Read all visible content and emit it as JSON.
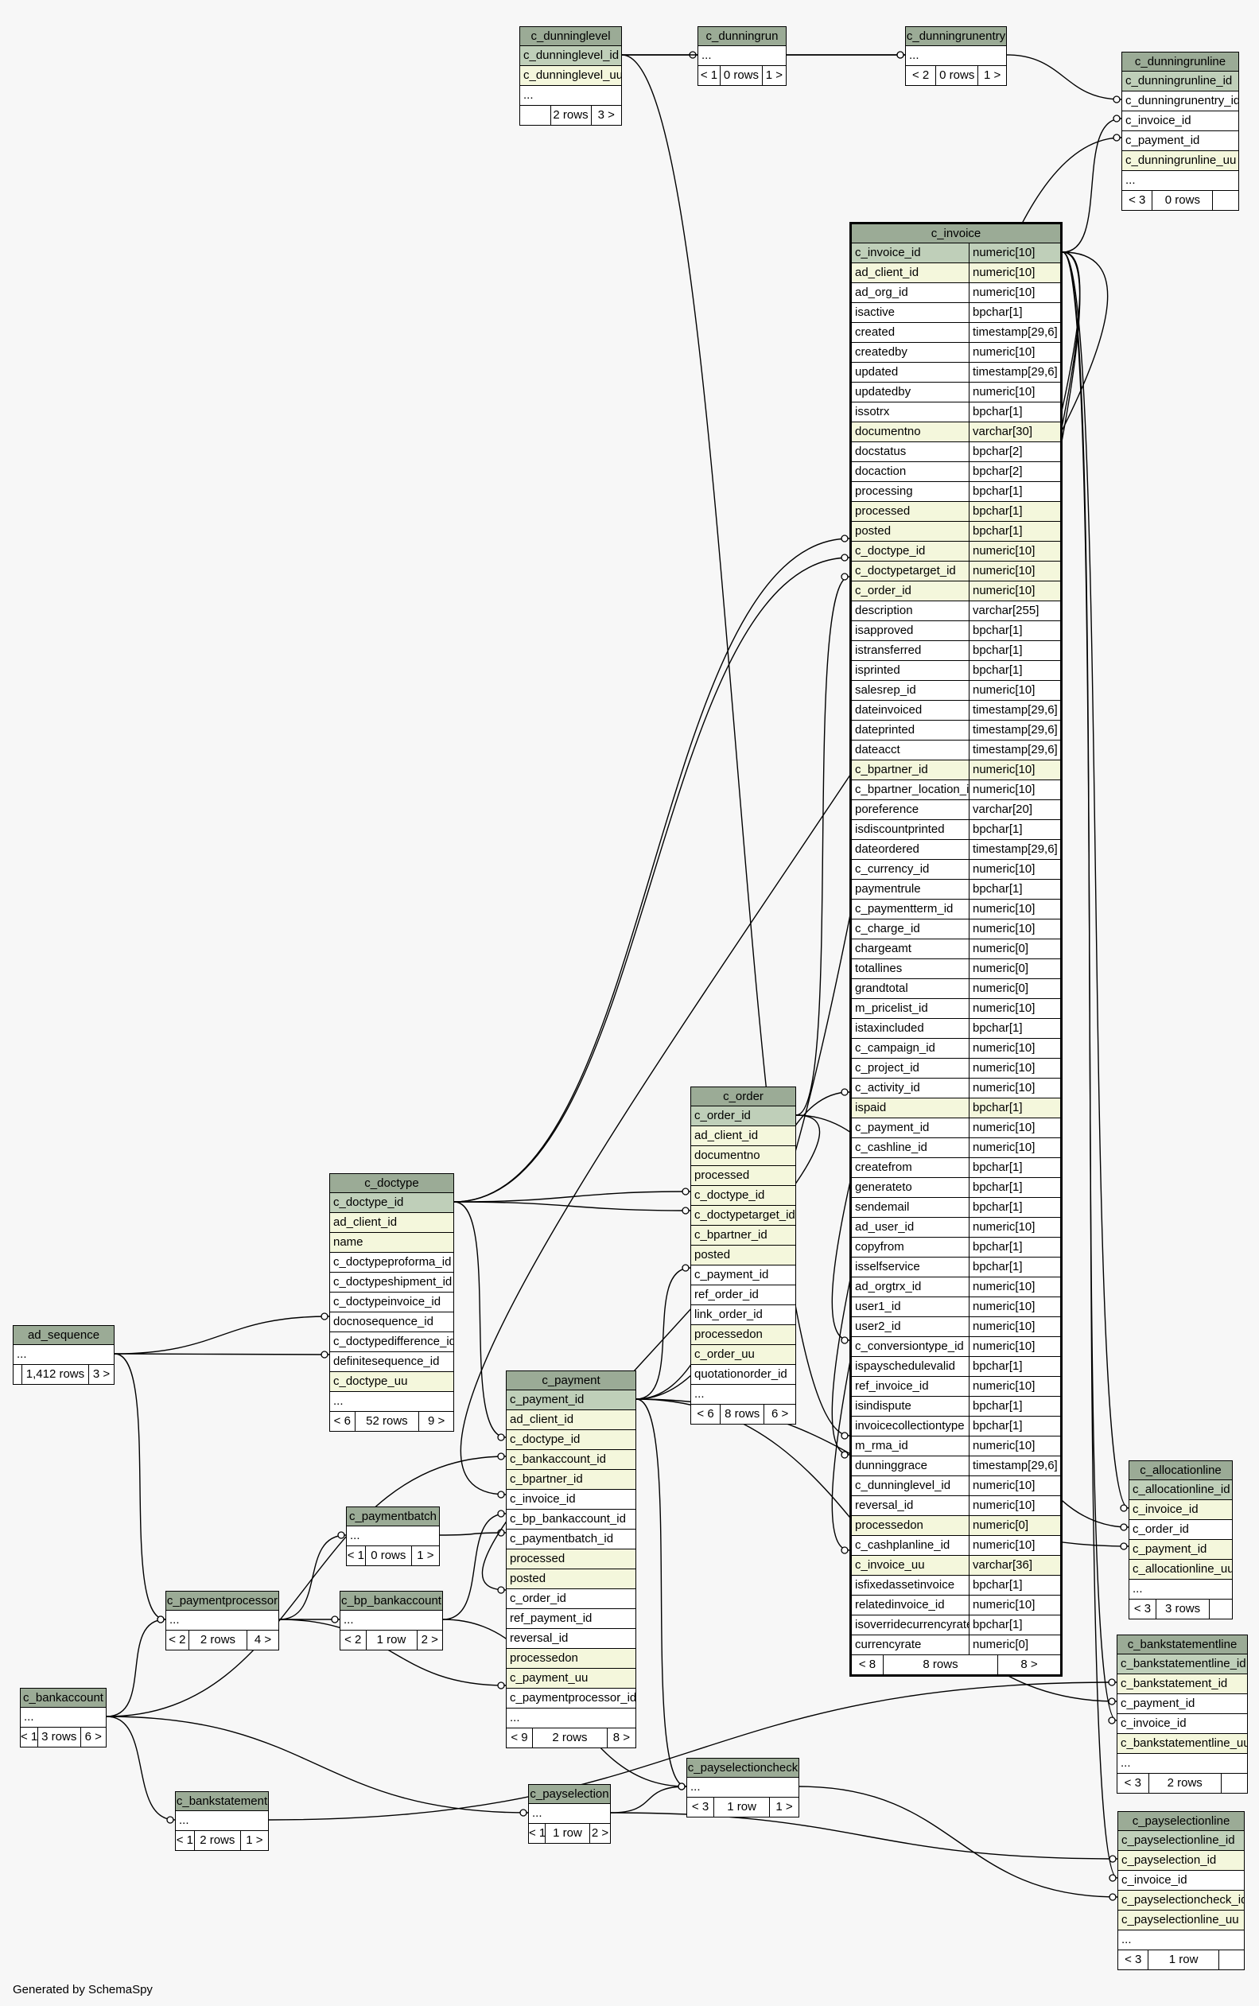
{
  "footer_text": "Generated by SchemaSpy",
  "colors": {
    "header": "#9bab96",
    "pk_row": "#bfcfb9",
    "indexed_row": "#f4f7dc",
    "background": "#f7f7f7"
  },
  "tables": {
    "c_dunninglevel": {
      "name": "c_dunninglevel",
      "rows": [
        {
          "c": "c_dunninglevel_id",
          "k": "pk"
        },
        {
          "c": "c_dunninglevel_uu",
          "k": "ix"
        },
        {
          "c": "...",
          "k": "pl"
        }
      ],
      "footer": [
        "",
        "2 rows",
        "3 >"
      ]
    },
    "c_dunningrun": {
      "name": "c_dunningrun",
      "rows": [
        {
          "c": "...",
          "k": "pl"
        }
      ],
      "footer": [
        "< 1",
        "0 rows",
        "1 >"
      ]
    },
    "c_dunningrunentry": {
      "name": "c_dunningrunentry",
      "rows": [
        {
          "c": "...",
          "k": "pl"
        }
      ],
      "footer": [
        "< 2",
        "0 rows",
        "1 >"
      ]
    },
    "c_dunningrunline": {
      "name": "c_dunningrunline",
      "rows": [
        {
          "c": "c_dunningrunline_id",
          "k": "pk"
        },
        {
          "c": "c_dunningrunentry_id",
          "k": "pl"
        },
        {
          "c": "c_invoice_id",
          "k": "pl"
        },
        {
          "c": "c_payment_id",
          "k": "pl"
        },
        {
          "c": "c_dunningrunline_uu",
          "k": "ix"
        },
        {
          "c": "...",
          "k": "pl"
        }
      ],
      "footer": [
        "< 3",
        "0 rows",
        ""
      ]
    },
    "c_invoice": {
      "name": "c_invoice",
      "rows": [
        {
          "c": "c_invoice_id",
          "t": "numeric[10]",
          "k": "pk"
        },
        {
          "c": "ad_client_id",
          "t": "numeric[10]",
          "k": "ix"
        },
        {
          "c": "ad_org_id",
          "t": "numeric[10]",
          "k": "pl"
        },
        {
          "c": "isactive",
          "t": "bpchar[1]",
          "k": "pl"
        },
        {
          "c": "created",
          "t": "timestamp[29,6]",
          "k": "pl"
        },
        {
          "c": "createdby",
          "t": "numeric[10]",
          "k": "pl"
        },
        {
          "c": "updated",
          "t": "timestamp[29,6]",
          "k": "pl"
        },
        {
          "c": "updatedby",
          "t": "numeric[10]",
          "k": "pl"
        },
        {
          "c": "issotrx",
          "t": "bpchar[1]",
          "k": "pl"
        },
        {
          "c": "documentno",
          "t": "varchar[30]",
          "k": "ix"
        },
        {
          "c": "docstatus",
          "t": "bpchar[2]",
          "k": "pl"
        },
        {
          "c": "docaction",
          "t": "bpchar[2]",
          "k": "pl"
        },
        {
          "c": "processing",
          "t": "bpchar[1]",
          "k": "pl"
        },
        {
          "c": "processed",
          "t": "bpchar[1]",
          "k": "ix"
        },
        {
          "c": "posted",
          "t": "bpchar[1]",
          "k": "ix"
        },
        {
          "c": "c_doctype_id",
          "t": "numeric[10]",
          "k": "ix"
        },
        {
          "c": "c_doctypetarget_id",
          "t": "numeric[10]",
          "k": "ix"
        },
        {
          "c": "c_order_id",
          "t": "numeric[10]",
          "k": "ix"
        },
        {
          "c": "description",
          "t": "varchar[255]",
          "k": "pl"
        },
        {
          "c": "isapproved",
          "t": "bpchar[1]",
          "k": "pl"
        },
        {
          "c": "istransferred",
          "t": "bpchar[1]",
          "k": "pl"
        },
        {
          "c": "isprinted",
          "t": "bpchar[1]",
          "k": "pl"
        },
        {
          "c": "salesrep_id",
          "t": "numeric[10]",
          "k": "pl"
        },
        {
          "c": "dateinvoiced",
          "t": "timestamp[29,6]",
          "k": "pl"
        },
        {
          "c": "dateprinted",
          "t": "timestamp[29,6]",
          "k": "pl"
        },
        {
          "c": "dateacct",
          "t": "timestamp[29,6]",
          "k": "pl"
        },
        {
          "c": "c_bpartner_id",
          "t": "numeric[10]",
          "k": "ix"
        },
        {
          "c": "c_bpartner_location_id",
          "t": "numeric[10]",
          "k": "pl"
        },
        {
          "c": "poreference",
          "t": "varchar[20]",
          "k": "pl"
        },
        {
          "c": "isdiscountprinted",
          "t": "bpchar[1]",
          "k": "pl"
        },
        {
          "c": "dateordered",
          "t": "timestamp[29,6]",
          "k": "pl"
        },
        {
          "c": "c_currency_id",
          "t": "numeric[10]",
          "k": "pl"
        },
        {
          "c": "paymentrule",
          "t": "bpchar[1]",
          "k": "pl"
        },
        {
          "c": "c_paymentterm_id",
          "t": "numeric[10]",
          "k": "pl"
        },
        {
          "c": "c_charge_id",
          "t": "numeric[10]",
          "k": "pl"
        },
        {
          "c": "chargeamt",
          "t": "numeric[0]",
          "k": "pl"
        },
        {
          "c": "totallines",
          "t": "numeric[0]",
          "k": "pl"
        },
        {
          "c": "grandtotal",
          "t": "numeric[0]",
          "k": "pl"
        },
        {
          "c": "m_pricelist_id",
          "t": "numeric[10]",
          "k": "pl"
        },
        {
          "c": "istaxincluded",
          "t": "bpchar[1]",
          "k": "pl"
        },
        {
          "c": "c_campaign_id",
          "t": "numeric[10]",
          "k": "pl"
        },
        {
          "c": "c_project_id",
          "t": "numeric[10]",
          "k": "pl"
        },
        {
          "c": "c_activity_id",
          "t": "numeric[10]",
          "k": "pl"
        },
        {
          "c": "ispaid",
          "t": "bpchar[1]",
          "k": "ix"
        },
        {
          "c": "c_payment_id",
          "t": "numeric[10]",
          "k": "pl"
        },
        {
          "c": "c_cashline_id",
          "t": "numeric[10]",
          "k": "pl"
        },
        {
          "c": "createfrom",
          "t": "bpchar[1]",
          "k": "pl"
        },
        {
          "c": "generateto",
          "t": "bpchar[1]",
          "k": "pl"
        },
        {
          "c": "sendemail",
          "t": "bpchar[1]",
          "k": "pl"
        },
        {
          "c": "ad_user_id",
          "t": "numeric[10]",
          "k": "pl"
        },
        {
          "c": "copyfrom",
          "t": "bpchar[1]",
          "k": "pl"
        },
        {
          "c": "isselfservice",
          "t": "bpchar[1]",
          "k": "pl"
        },
        {
          "c": "ad_orgtrx_id",
          "t": "numeric[10]",
          "k": "pl"
        },
        {
          "c": "user1_id",
          "t": "numeric[10]",
          "k": "pl"
        },
        {
          "c": "user2_id",
          "t": "numeric[10]",
          "k": "pl"
        },
        {
          "c": "c_conversiontype_id",
          "t": "numeric[10]",
          "k": "pl"
        },
        {
          "c": "ispayschedulevalid",
          "t": "bpchar[1]",
          "k": "pl"
        },
        {
          "c": "ref_invoice_id",
          "t": "numeric[10]",
          "k": "pl"
        },
        {
          "c": "isindispute",
          "t": "bpchar[1]",
          "k": "pl"
        },
        {
          "c": "invoicecollectiontype",
          "t": "bpchar[1]",
          "k": "pl"
        },
        {
          "c": "m_rma_id",
          "t": "numeric[10]",
          "k": "pl"
        },
        {
          "c": "dunninggrace",
          "t": "timestamp[29,6]",
          "k": "pl"
        },
        {
          "c": "c_dunninglevel_id",
          "t": "numeric[10]",
          "k": "pl"
        },
        {
          "c": "reversal_id",
          "t": "numeric[10]",
          "k": "pl"
        },
        {
          "c": "processedon",
          "t": "numeric[0]",
          "k": "ix"
        },
        {
          "c": "c_cashplanline_id",
          "t": "numeric[10]",
          "k": "pl"
        },
        {
          "c": "c_invoice_uu",
          "t": "varchar[36]",
          "k": "ix"
        },
        {
          "c": "isfixedassetinvoice",
          "t": "bpchar[1]",
          "k": "pl"
        },
        {
          "c": "relatedinvoice_id",
          "t": "numeric[10]",
          "k": "pl"
        },
        {
          "c": "isoverridecurrencyrate",
          "t": "bpchar[1]",
          "k": "pl"
        },
        {
          "c": "currencyrate",
          "t": "numeric[0]",
          "k": "pl"
        }
      ],
      "footer": [
        "< 8",
        "8 rows",
        "8 >"
      ]
    },
    "c_order": {
      "name": "c_order",
      "rows": [
        {
          "c": "c_order_id",
          "k": "pk"
        },
        {
          "c": "ad_client_id",
          "k": "ix"
        },
        {
          "c": "documentno",
          "k": "ix"
        },
        {
          "c": "processed",
          "k": "ix"
        },
        {
          "c": "c_doctype_id",
          "k": "ix"
        },
        {
          "c": "c_doctypetarget_id",
          "k": "ix"
        },
        {
          "c": "c_bpartner_id",
          "k": "ix"
        },
        {
          "c": "posted",
          "k": "ix"
        },
        {
          "c": "c_payment_id",
          "k": "pl"
        },
        {
          "c": "ref_order_id",
          "k": "pl"
        },
        {
          "c": "link_order_id",
          "k": "pl"
        },
        {
          "c": "processedon",
          "k": "ix"
        },
        {
          "c": "c_order_uu",
          "k": "ix"
        },
        {
          "c": "quotationorder_id",
          "k": "pl"
        },
        {
          "c": "...",
          "k": "pl"
        }
      ],
      "footer": [
        "< 6",
        "8 rows",
        "6 >"
      ]
    },
    "c_doctype": {
      "name": "c_doctype",
      "rows": [
        {
          "c": "c_doctype_id",
          "k": "pk"
        },
        {
          "c": "ad_client_id",
          "k": "ix"
        },
        {
          "c": "name",
          "k": "ix"
        },
        {
          "c": "c_doctypeproforma_id",
          "k": "pl"
        },
        {
          "c": "c_doctypeshipment_id",
          "k": "pl"
        },
        {
          "c": "c_doctypeinvoice_id",
          "k": "pl"
        },
        {
          "c": "docnosequence_id",
          "k": "pl"
        },
        {
          "c": "c_doctypedifference_id",
          "k": "pl"
        },
        {
          "c": "definitesequence_id",
          "k": "pl"
        },
        {
          "c": "c_doctype_uu",
          "k": "ix"
        },
        {
          "c": "...",
          "k": "pl"
        }
      ],
      "footer": [
        "< 6",
        "52 rows",
        "9 >"
      ]
    },
    "ad_sequence": {
      "name": "ad_sequence",
      "rows": [
        {
          "c": "...",
          "k": "pl"
        }
      ],
      "footer": [
        "",
        "1,412 rows",
        "3 >"
      ]
    },
    "c_payment": {
      "name": "c_payment",
      "rows": [
        {
          "c": "c_payment_id",
          "k": "pk"
        },
        {
          "c": "ad_client_id",
          "k": "ix"
        },
        {
          "c": "c_doctype_id",
          "k": "ix"
        },
        {
          "c": "c_bankaccount_id",
          "k": "ix"
        },
        {
          "c": "c_bpartner_id",
          "k": "ix"
        },
        {
          "c": "c_invoice_id",
          "k": "pl"
        },
        {
          "c": "c_bp_bankaccount_id",
          "k": "pl"
        },
        {
          "c": "c_paymentbatch_id",
          "k": "pl"
        },
        {
          "c": "processed",
          "k": "ix"
        },
        {
          "c": "posted",
          "k": "ix"
        },
        {
          "c": "c_order_id",
          "k": "pl"
        },
        {
          "c": "ref_payment_id",
          "k": "pl"
        },
        {
          "c": "reversal_id",
          "k": "pl"
        },
        {
          "c": "processedon",
          "k": "ix"
        },
        {
          "c": "c_payment_uu",
          "k": "ix"
        },
        {
          "c": "c_paymentprocessor_id",
          "k": "pl"
        },
        {
          "c": "...",
          "k": "pl"
        }
      ],
      "footer": [
        "< 9",
        "2 rows",
        "8 >"
      ]
    },
    "c_paymentbatch": {
      "name": "c_paymentbatch",
      "rows": [
        {
          "c": "...",
          "k": "pl"
        }
      ],
      "footer": [
        "< 1",
        "0 rows",
        "1 >"
      ]
    },
    "c_bp_bankaccount": {
      "name": "c_bp_bankaccount",
      "rows": [
        {
          "c": "...",
          "k": "pl"
        }
      ],
      "footer": [
        "< 2",
        "1 row",
        "2 >"
      ]
    },
    "c_paymentprocessor": {
      "name": "c_paymentprocessor",
      "rows": [
        {
          "c": "...",
          "k": "pl"
        }
      ],
      "footer": [
        "< 2",
        "2 rows",
        "4 >"
      ]
    },
    "c_bankaccount": {
      "name": "c_bankaccount",
      "rows": [
        {
          "c": "...",
          "k": "pl"
        }
      ],
      "footer": [
        "< 1",
        "3 rows",
        "6 >"
      ]
    },
    "c_bankstatement": {
      "name": "c_bankstatement",
      "rows": [
        {
          "c": "...",
          "k": "pl"
        }
      ],
      "footer": [
        "< 1",
        "2 rows",
        "1 >"
      ]
    },
    "c_payselection": {
      "name": "c_payselection",
      "rows": [
        {
          "c": "...",
          "k": "pl"
        }
      ],
      "footer": [
        "< 1",
        "1 row",
        "2 >"
      ]
    },
    "c_payselectioncheck": {
      "name": "c_payselectioncheck",
      "rows": [
        {
          "c": "...",
          "k": "pl"
        }
      ],
      "footer": [
        "< 3",
        "1 row",
        "1 >"
      ]
    },
    "c_allocationline": {
      "name": "c_allocationline",
      "rows": [
        {
          "c": "c_allocationline_id",
          "k": "pk"
        },
        {
          "c": "c_invoice_id",
          "k": "ix"
        },
        {
          "c": "c_order_id",
          "k": "pl"
        },
        {
          "c": "c_payment_id",
          "k": "ix"
        },
        {
          "c": "c_allocationline_uu",
          "k": "ix"
        },
        {
          "c": "...",
          "k": "pl"
        }
      ],
      "footer": [
        "< 3",
        "3 rows",
        ""
      ]
    },
    "c_bankstatementline": {
      "name": "c_bankstatementline",
      "rows": [
        {
          "c": "c_bankstatementline_id",
          "k": "pk"
        },
        {
          "c": "c_bankstatement_id",
          "k": "ix"
        },
        {
          "c": "c_payment_id",
          "k": "pl"
        },
        {
          "c": "c_invoice_id",
          "k": "pl"
        },
        {
          "c": "c_bankstatementline_uu",
          "k": "ix"
        },
        {
          "c": "...",
          "k": "pl"
        }
      ],
      "footer": [
        "< 3",
        "2 rows",
        ""
      ]
    },
    "c_payselectionline": {
      "name": "c_payselectionline",
      "rows": [
        {
          "c": "c_payselectionline_id",
          "k": "pk"
        },
        {
          "c": "c_payselection_id",
          "k": "ix"
        },
        {
          "c": "c_invoice_id",
          "k": "pl"
        },
        {
          "c": "c_payselectioncheck_id",
          "k": "ix"
        },
        {
          "c": "c_payselectionline_uu",
          "k": "ix"
        },
        {
          "c": "...",
          "k": "pl"
        }
      ],
      "footer": [
        "< 3",
        "1 row",
        ""
      ]
    }
  }
}
